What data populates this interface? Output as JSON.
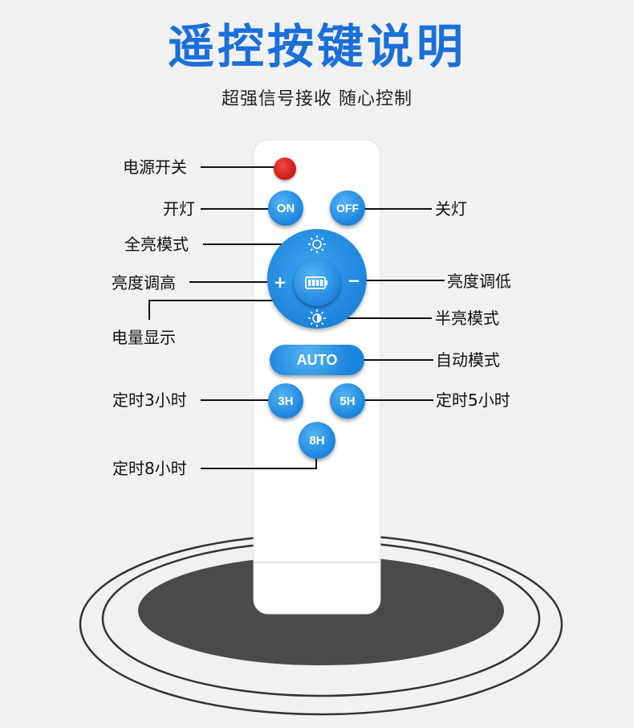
{
  "header": {
    "title": "遥控按键说明",
    "subtitle": "超强信号接收  随心控制"
  },
  "remote": {
    "on_button": "ON",
    "off_button": "OFF",
    "plus_symbol": "+",
    "minus_symbol": "−",
    "auto_button": "AUTO",
    "timer_3h_button": "3H",
    "timer_5h_button": "5H",
    "timer_8h_button": "8H"
  },
  "labels": {
    "power": "电源开关",
    "light_on": "开灯",
    "light_off": "关灯",
    "full_bright": "全亮模式",
    "brightness_up": "亮度调高",
    "brightness_down": "亮度调低",
    "battery_display": "电量显示",
    "half_bright": "半亮模式",
    "auto_mode": "自动模式",
    "timer_3h": "定时3小时",
    "timer_5h": "定时5小时",
    "timer_8h": "定时8小时"
  },
  "colors": {
    "title_blue": "#1a6fd8",
    "button_blue": "#1b84dd",
    "power_red": "#c81a16",
    "base_dark": "#4a4a4a"
  },
  "icons": [
    "sun-icon",
    "half-sun-icon",
    "battery-icon"
  ]
}
